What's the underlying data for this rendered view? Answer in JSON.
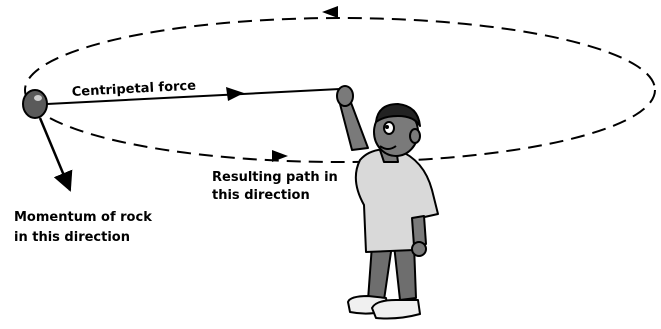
{
  "labels": {
    "centripetal": "Centripetal force",
    "path_line1": "Resulting path in",
    "path_line2": "this direction",
    "momentum_line1": "Momentum of rock",
    "momentum_line2": "in this direction"
  },
  "colors": {
    "ink": "#000000",
    "shirt": "#d9d9d9",
    "pants": "#6e6e6e",
    "skin": "#7a7a7a",
    "rock": "#5a5a5a",
    "shoes": "#f0f0f0"
  }
}
